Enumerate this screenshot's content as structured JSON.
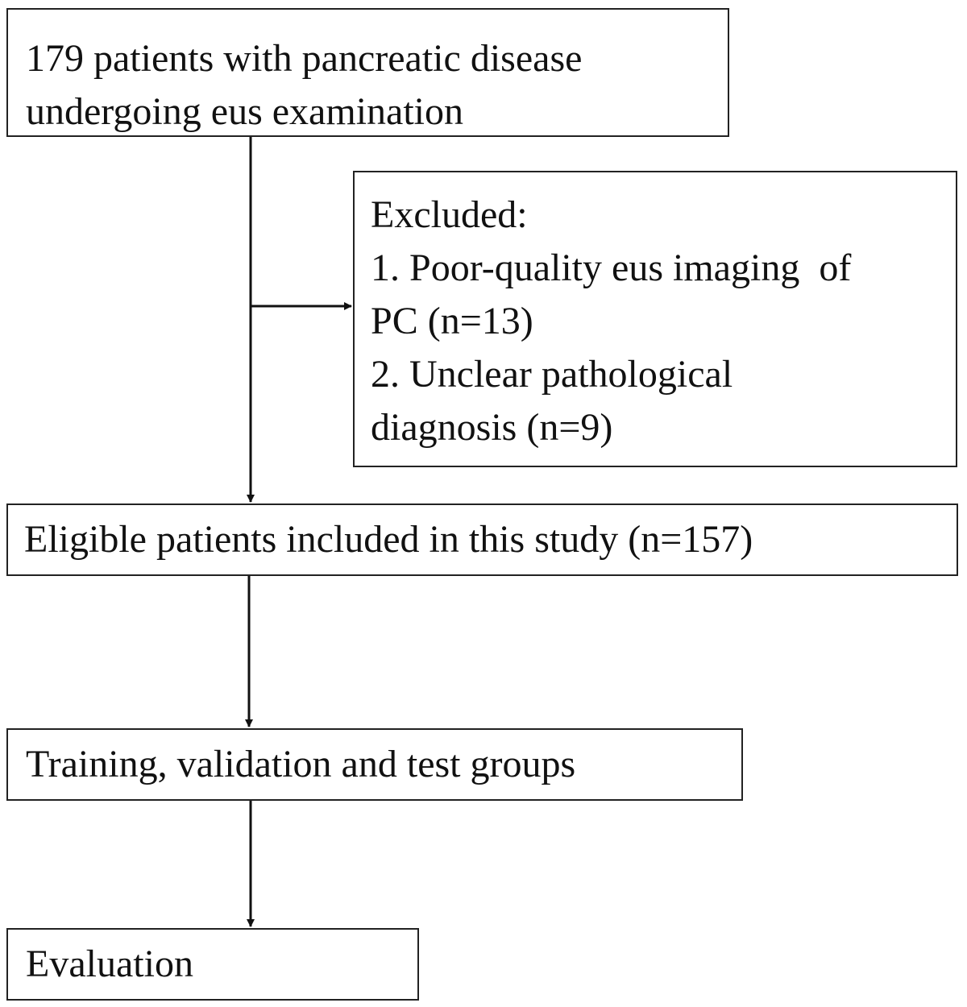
{
  "flowchart": {
    "start": {
      "line1": "179 patients with pancreatic disease",
      "line2": "undergoing eus examination"
    },
    "excluded": {
      "heading": "Excluded:",
      "item1_line1": "1. Poor-quality eus imaging  of",
      "item1_line2": "PC (n=13)",
      "item2_line1": "2. Unclear pathological",
      "item2_line2": "diagnosis (n=9)"
    },
    "eligible": "Eligible patients included in this study (n=157)",
    "groups": "Training, validation and test groups",
    "evaluation": "Evaluation"
  },
  "colors": {
    "line": "#111111",
    "border": "#222222",
    "background": "#ffffff"
  }
}
